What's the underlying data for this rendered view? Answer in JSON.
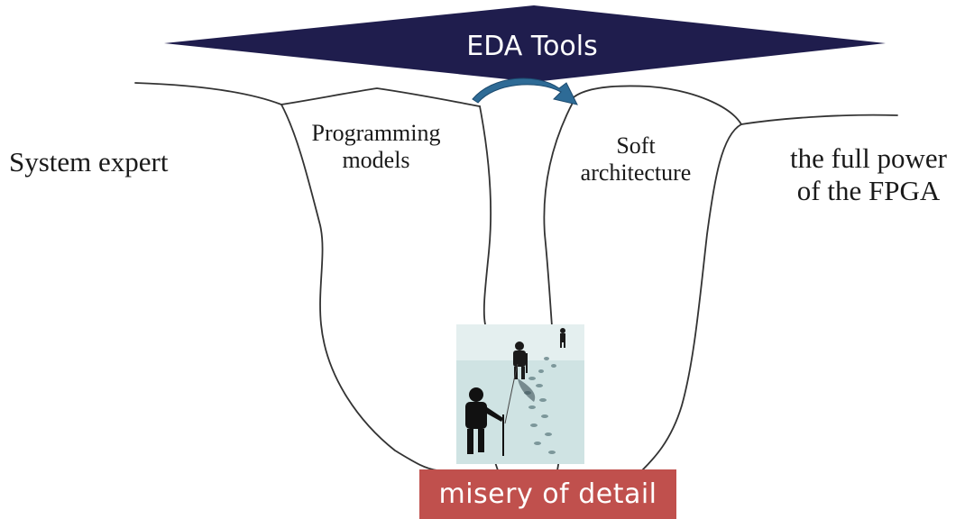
{
  "banner": {
    "text": "EDA Tools",
    "color": "#1f1d4d"
  },
  "labels": {
    "left": "System expert",
    "programming": [
      "Programming",
      "models"
    ],
    "soft": [
      "Soft",
      "architecture"
    ],
    "right": [
      "the full power",
      "of the FPGA"
    ]
  },
  "bottom": {
    "text": "misery of detail",
    "color": "#c0504d"
  },
  "arrow": {
    "color": "#2e6b96"
  },
  "photo": {
    "subject": "climbers-on-snow",
    "snow_color": "#cfe3e3"
  }
}
